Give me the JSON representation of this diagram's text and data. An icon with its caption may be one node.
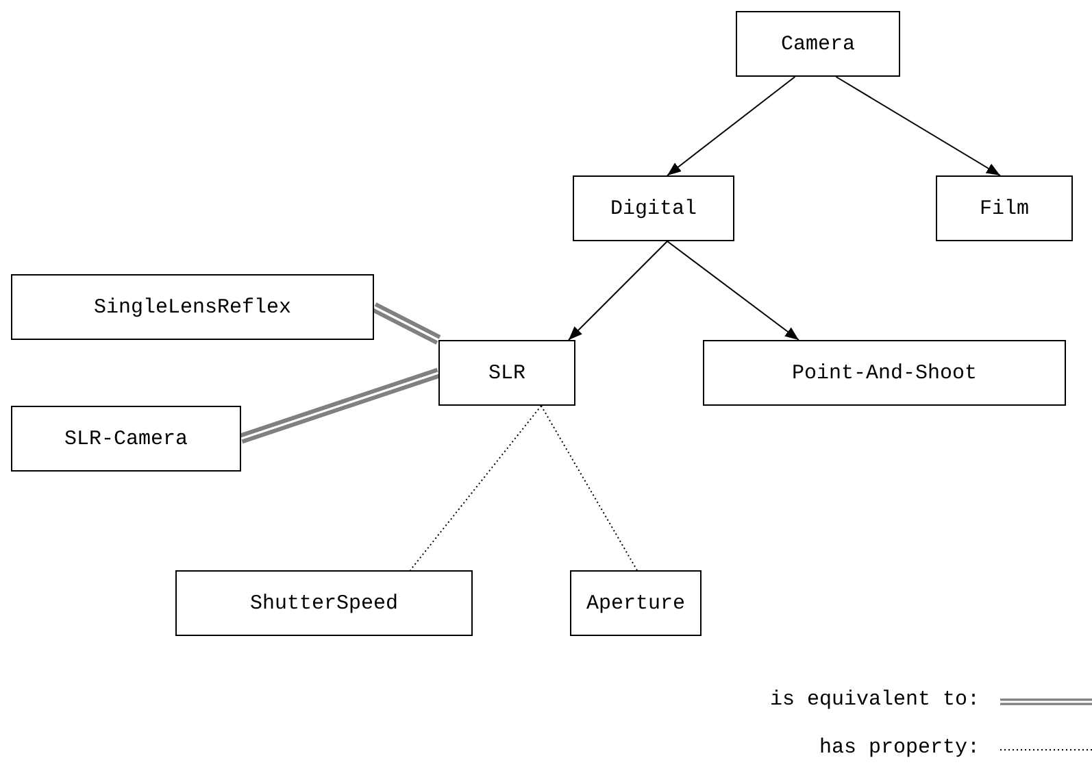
{
  "diagram": {
    "nodes": [
      {
        "text": [
          "Camera"
        ]
      },
      {
        "text": [
          "Digital"
        ]
      },
      {
        "text": [
          "Film"
        ]
      },
      {
        "text": [
          "SingleLensReflex"
        ]
      },
      {
        "text": [
          "SLR"
        ]
      },
      {
        "text": [
          "Point-And-Shoot"
        ]
      },
      {
        "text": [
          "SLR-Camera"
        ]
      },
      {
        "text": [
          "ShutterSpeed"
        ]
      },
      {
        "text": [
          "Aperture"
        ]
      }
    ],
    "edges": [
      {
        "from": 0,
        "to": 1,
        "arrow": "to"
      },
      {
        "from": 0,
        "to": 2,
        "arrow": "to"
      },
      {
        "from": 1,
        "to": 4,
        "arrow": "to"
      },
      {
        "from": 1,
        "to": 5,
        "arrow": "to"
      },
      {
        "from": 3,
        "to": 4,
        "arrow": "none",
        "style": "thick",
        "color": "#808080"
      },
      {
        "from": 6,
        "to": 4,
        "arrow": "none",
        "style": "thick",
        "color": "#808080"
      },
      {
        "from": 4,
        "to": 7,
        "arrow": "none",
        "style": "dashed"
      },
      {
        "from": 4,
        "to": 8,
        "arrow": "none",
        "style": "dashed"
      }
    ],
    "legend": [
      {
        "text": "is equivalent to:"
      },
      {
        "text": "has property:"
      }
    ]
  }
}
